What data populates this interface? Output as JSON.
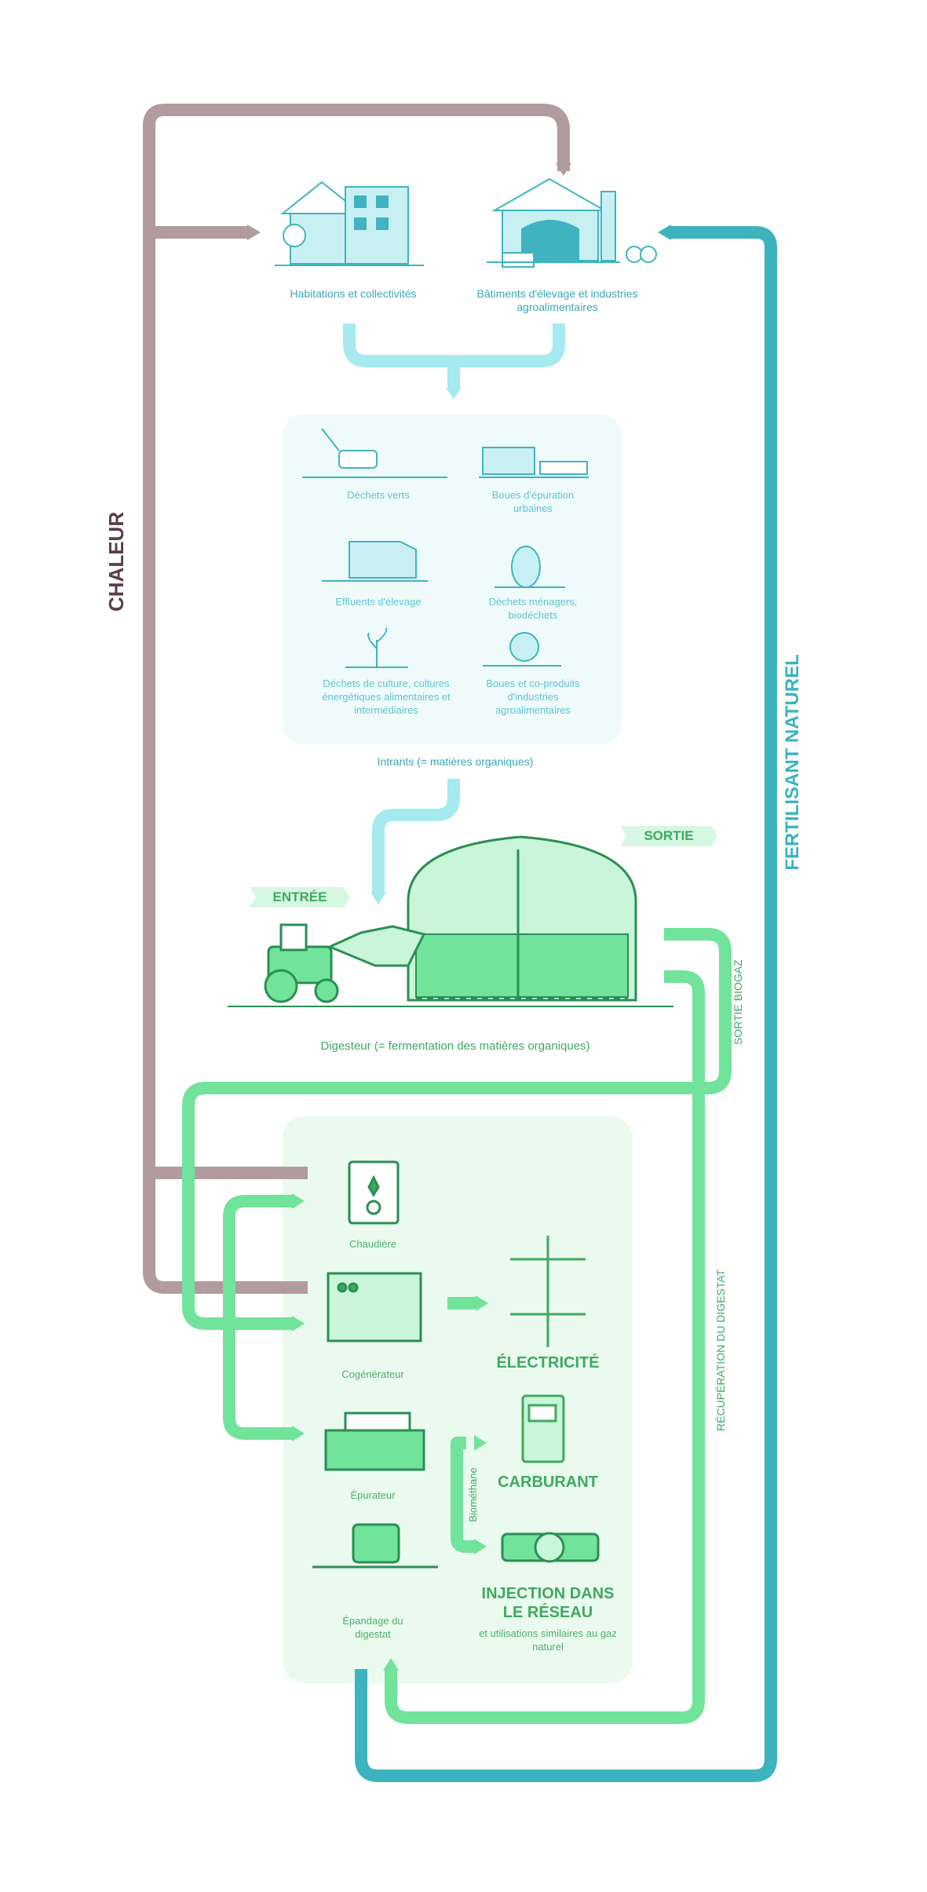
{
  "labels": {
    "chaleur": "CHALEUR",
    "fertilisant": "FERTILISANT NATUREL",
    "sortie_biogaz": "SORTIE BIOGAZ",
    "recuperation": "RÉCUPÉRATION DU DIGESTAT",
    "biomethane": "Biométhane",
    "entree": "ENTRÉE",
    "sortie": "SORTIE"
  },
  "sources": {
    "habitations": "Habitations et collectivités",
    "batiments": "Bâtiments d'élevage et industries agroalimentaires"
  },
  "intrants": {
    "title": "Intrants (= matières organiques)",
    "items": [
      "Déchets verts",
      "Boues d'épuration urbaines",
      "Effluents d'élevage",
      "Déchets ménagers, biodéchets",
      "Déchets de culture, cultures énergétiques alimentaires et intermédiaires",
      "Boues et co-produits d'industries agroalimentaires"
    ]
  },
  "digesteur": {
    "caption": "Digesteur (= fermentation des matières organiques)"
  },
  "outputs": {
    "chaudiere": "Chaudière",
    "cogenerateur": "Cogénérateur",
    "epurateur": "Épurateur",
    "epandage": "Épandage du digestat",
    "electricite": "ÉLECTRICITÉ",
    "carburant": "CARBURANT",
    "injection": "INJECTION DANS LE RÉSEAU",
    "injection_sub": "et utilisations similaires au gaz naturel"
  },
  "colors": {
    "chaleur": "#b29b9f",
    "fertilisant": "#3cb3bd",
    "intrants_flow": "#a4eaee",
    "biogaz": "#72e39a",
    "panel_teal": "#effbfb",
    "panel_green": "#eafaef"
  }
}
